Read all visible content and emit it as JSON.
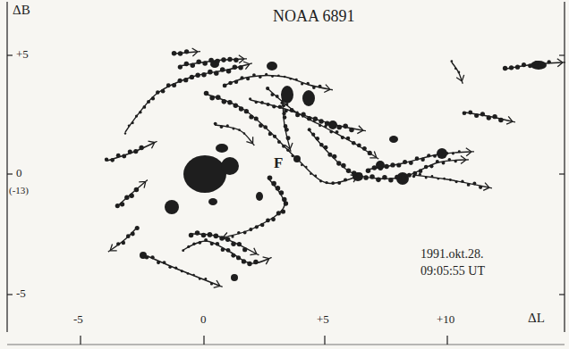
{
  "diagram": {
    "title": "NOAA 6891",
    "labels": [
      "ΔB",
      "+5",
      "0",
      "(-13)",
      "-5",
      "-5",
      "0",
      "+5",
      "+10",
      "ΔL",
      "F",
      "1991.okt.28.",
      "09:05:55 UT"
    ]
  }
}
